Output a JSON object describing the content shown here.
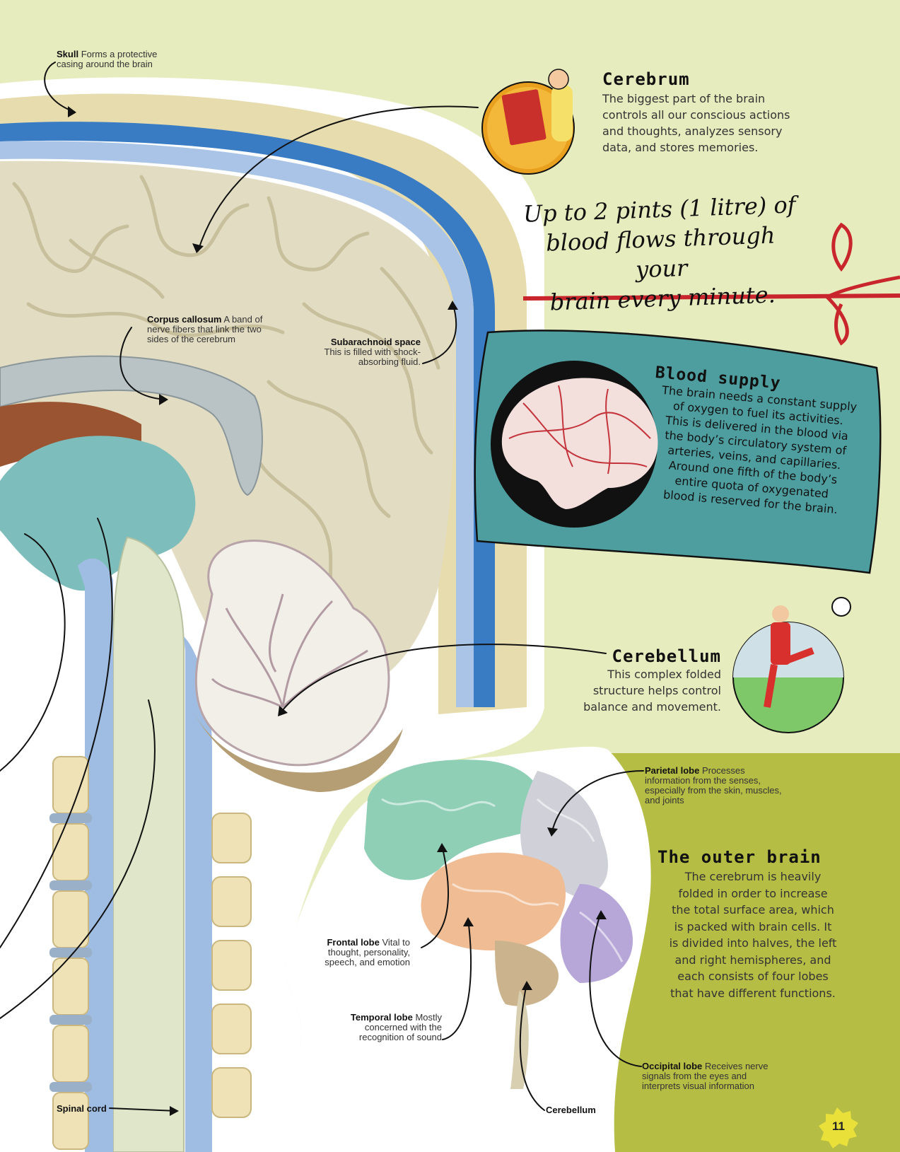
{
  "page_number": "11",
  "footer": "",
  "labels": {
    "skull": {
      "term": "Skull",
      "text": "Forms a protective casing around the brain"
    },
    "corpus": {
      "term": "Corpus callosum",
      "text": "A band of nerve fibers that link the two sides of the cerebrum"
    },
    "subarachnoid": {
      "term": "Subarachnoid space",
      "text": "This is filled with shock-absorbing fluid."
    },
    "spinal": {
      "term": "Spinal cord",
      "text": ""
    },
    "parietal": {
      "term": "Parietal lobe",
      "text": "Processes information from the senses, especially from the skin, muscles, and joints"
    },
    "frontal": {
      "term": "Frontal lobe",
      "text": "Vital to thought, personality, speech, and emotion"
    },
    "temporal": {
      "term": "Temporal lobe",
      "text": "Mostly concerned with the recognition of sound"
    },
    "occipital": {
      "term": "Occipital lobe",
      "text": "Receives nerve signals from the eyes and interprets visual information"
    },
    "cerebellum_small": {
      "term": "Cerebellum",
      "text": ""
    }
  },
  "cerebrum": {
    "title": "Cerebrum",
    "lines": [
      "The biggest part of the brain",
      "controls all our conscious actions",
      "and thoughts, analyzes sensory",
      "data, and stores memories."
    ]
  },
  "fact": {
    "lines": [
      "Up to 2 pints (1 litre) of",
      "blood flows through your",
      "brain every minute."
    ]
  },
  "blood": {
    "title": "Blood supply",
    "lines": [
      "The brain needs a constant supply",
      "of oxygen to fuel its activities.",
      "This is delivered in the blood via",
      "the body’s circulatory system of",
      "arteries, veins, and capillaries.",
      "Around one fifth of the body’s",
      "entire quota of oxygenated",
      "blood is reserved for the brain."
    ]
  },
  "cerebellum": {
    "title": "Cerebellum",
    "lines": [
      "This complex folded",
      "structure helps control",
      "balance and movement."
    ]
  },
  "outer": {
    "title": "The outer brain",
    "lines": [
      "The cerebrum is heavily",
      "folded in order to increase",
      "the total surface area, which",
      "is packed with brain cells. It",
      "is divided into halves, the left",
      "and right hemispheres, and",
      "each consists of four lobes",
      "that have different functions."
    ]
  },
  "colors": {
    "bg_light": "#e6ecbd",
    "bg_olive": "#b5bd45",
    "teal_box": "#4e9ea0",
    "brain_cream": "#e2dcc2",
    "ribbon_red": "#c8262c",
    "badge_yellow": "#e9e03a"
  }
}
